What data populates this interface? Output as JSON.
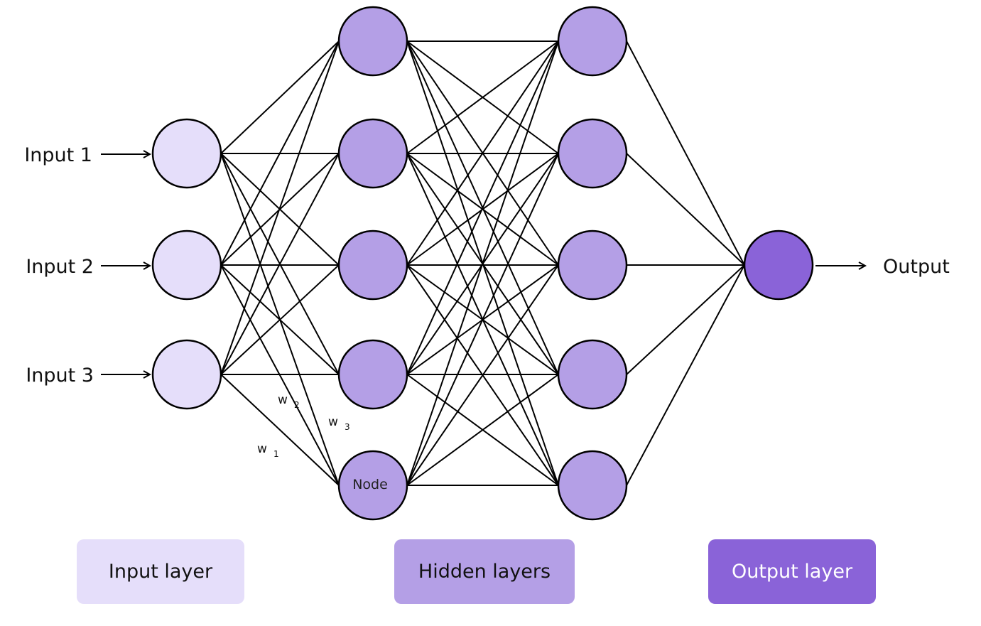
{
  "colors": {
    "input_node": "#e5defa",
    "hidden_node": "#b49fe6",
    "output_node": "#8a63d8",
    "stroke": "#000000"
  },
  "inputs": [
    "Input 1",
    "Input 2",
    "Input 3"
  ],
  "output_label": "Output",
  "node_label": "Node",
  "weights": [
    {
      "base": "w",
      "sub": "1"
    },
    {
      "base": "w",
      "sub": "2"
    },
    {
      "base": "w",
      "sub": "3"
    }
  ],
  "layers": {
    "input_count": 3,
    "hidden_counts": [
      5,
      5
    ],
    "output_count": 1
  },
  "legend": {
    "input": "Input layer",
    "hidden": "Hidden layers",
    "output": "Output layer"
  }
}
